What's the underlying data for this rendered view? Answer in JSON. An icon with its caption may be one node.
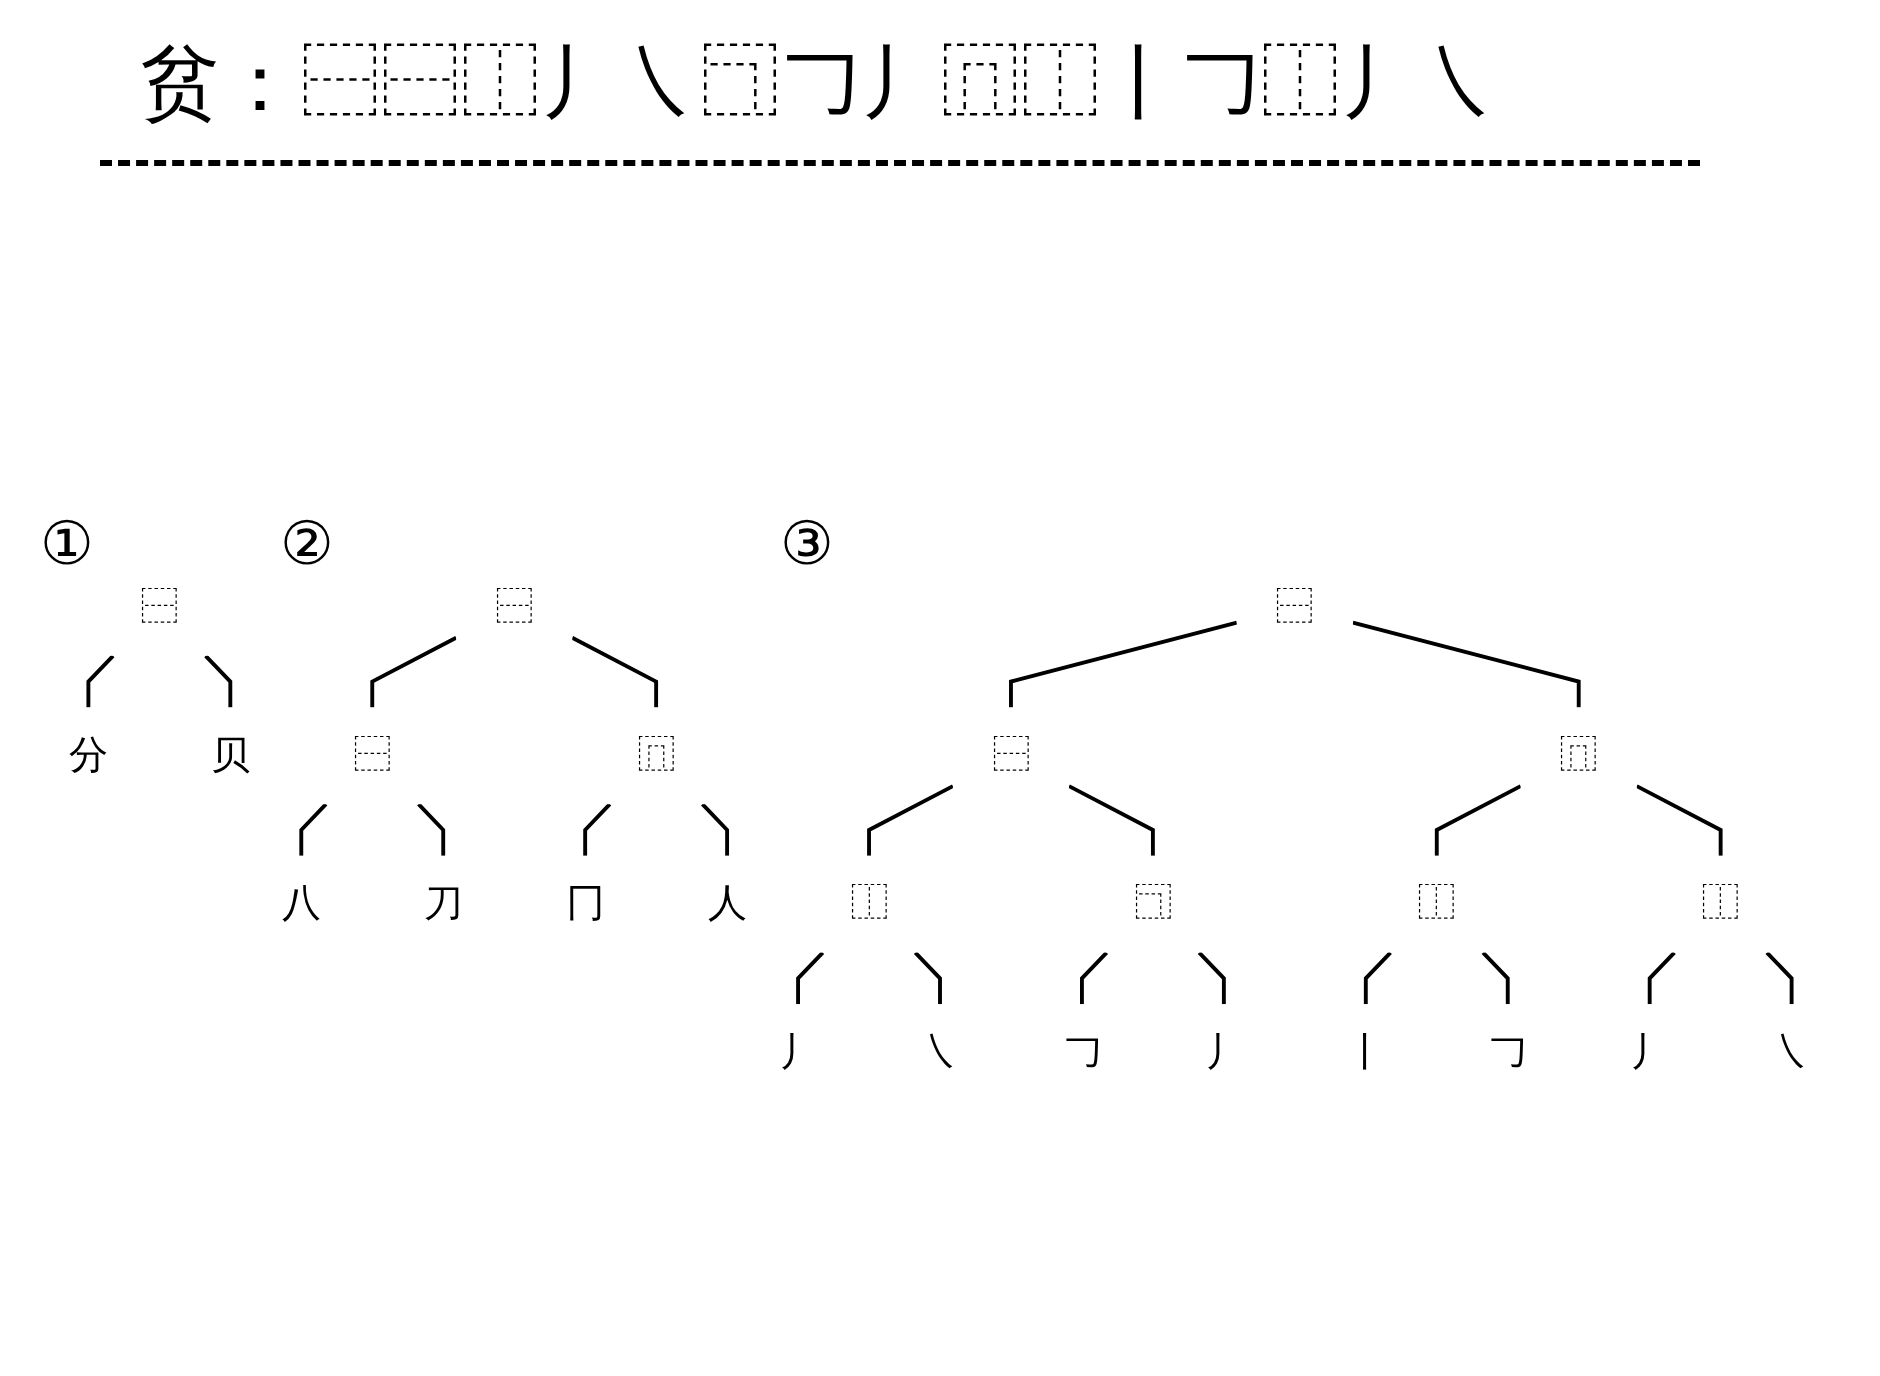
{
  "diagram": {
    "title": "贫：⿱⿱⿰丿㇏⿹𠃌丿⿵⿰丨𠃌⿰丿㇏",
    "nodes": [
      {
        "text": [
          "⿱"
        ]
      },
      {
        "text": [
          "分"
        ]
      },
      {
        "text": [
          "贝"
        ]
      },
      {
        "text": [
          "⿱"
        ]
      },
      {
        "text": [
          "⿱"
        ]
      },
      {
        "text": [
          "⿵"
        ]
      },
      {
        "text": [
          "八"
        ]
      },
      {
        "text": [
          "刀"
        ]
      },
      {
        "text": [
          "冂"
        ]
      },
      {
        "text": [
          "人"
        ]
      },
      {
        "text": [
          "⿱"
        ]
      },
      {
        "text": [
          "⿱"
        ]
      },
      {
        "text": [
          "⿵"
        ]
      },
      {
        "text": [
          "⿰"
        ]
      },
      {
        "text": [
          "⿹"
        ]
      },
      {
        "text": [
          "⿰"
        ]
      },
      {
        "text": [
          "⿰"
        ]
      },
      {
        "text": [
          "丿"
        ]
      },
      {
        "text": [
          "㇏"
        ]
      },
      {
        "text": [
          "𠃌"
        ]
      },
      {
        "text": [
          "丿"
        ]
      },
      {
        "text": [
          "丨"
        ]
      },
      {
        "text": [
          "𠃌"
        ]
      },
      {
        "text": [
          "丿"
        ]
      },
      {
        "text": [
          "㇏"
        ]
      }
    ],
    "edges": [
      {
        "from": 0,
        "to": 1,
        "arrow": "none"
      },
      {
        "from": 0,
        "to": 2,
        "arrow": "none"
      },
      {
        "from": 3,
        "to": 4,
        "arrow": "none"
      },
      {
        "from": 3,
        "to": 5,
        "arrow": "none"
      },
      {
        "from": 4,
        "to": 6,
        "arrow": "none"
      },
      {
        "from": 4,
        "to": 7,
        "arrow": "none"
      },
      {
        "from": 5,
        "to": 8,
        "arrow": "none"
      },
      {
        "from": 5,
        "to": 9,
        "arrow": "none"
      },
      {
        "from": 10,
        "to": 11,
        "arrow": "none"
      },
      {
        "from": 10,
        "to": 12,
        "arrow": "none"
      },
      {
        "from": 11,
        "to": 13,
        "arrow": "none"
      },
      {
        "from": 11,
        "to": 14,
        "arrow": "none"
      },
      {
        "from": 12,
        "to": 15,
        "arrow": "none"
      },
      {
        "from": 12,
        "to": 16,
        "arrow": "none"
      },
      {
        "from": 13,
        "to": 17,
        "arrow": "none"
      },
      {
        "from": 13,
        "to": 18,
        "arrow": "none"
      },
      {
        "from": 14,
        "to": 19,
        "arrow": "none"
      },
      {
        "from": 14,
        "to": 20,
        "arrow": "none"
      },
      {
        "from": 15,
        "to": 21,
        "arrow": "none"
      },
      {
        "from": 15,
        "to": 22,
        "arrow": "none"
      },
      {
        "from": 16,
        "to": 23,
        "arrow": "none"
      },
      {
        "from": 16,
        "to": 24,
        "arrow": "none"
      }
    ],
    "labels": [
      "①",
      "②",
      "③"
    ]
  }
}
